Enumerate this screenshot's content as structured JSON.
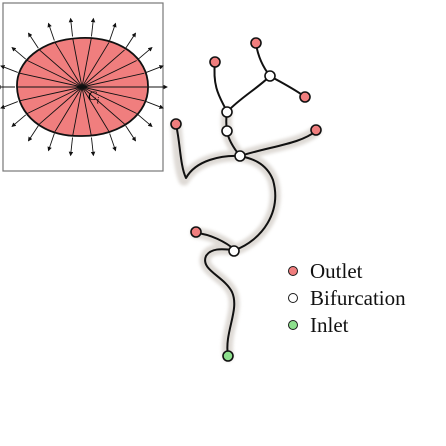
{
  "inset": {
    "label": "C",
    "label_subscript": "i",
    "fill_color": "#f07e7e",
    "frame_color": "#777777"
  },
  "tree": {
    "vessel_color": "#111111",
    "halo_color": "#d9d4cf"
  },
  "legend": {
    "items": [
      {
        "label": "Outlet",
        "color": "#f07e7e",
        "icon": "outlet-dot-icon"
      },
      {
        "label": "Bifurcation",
        "color": "#ffffff",
        "icon": "bifurcation-dot-icon"
      },
      {
        "label": "Inlet",
        "color": "#8de08d",
        "icon": "inlet-dot-icon"
      }
    ]
  }
}
